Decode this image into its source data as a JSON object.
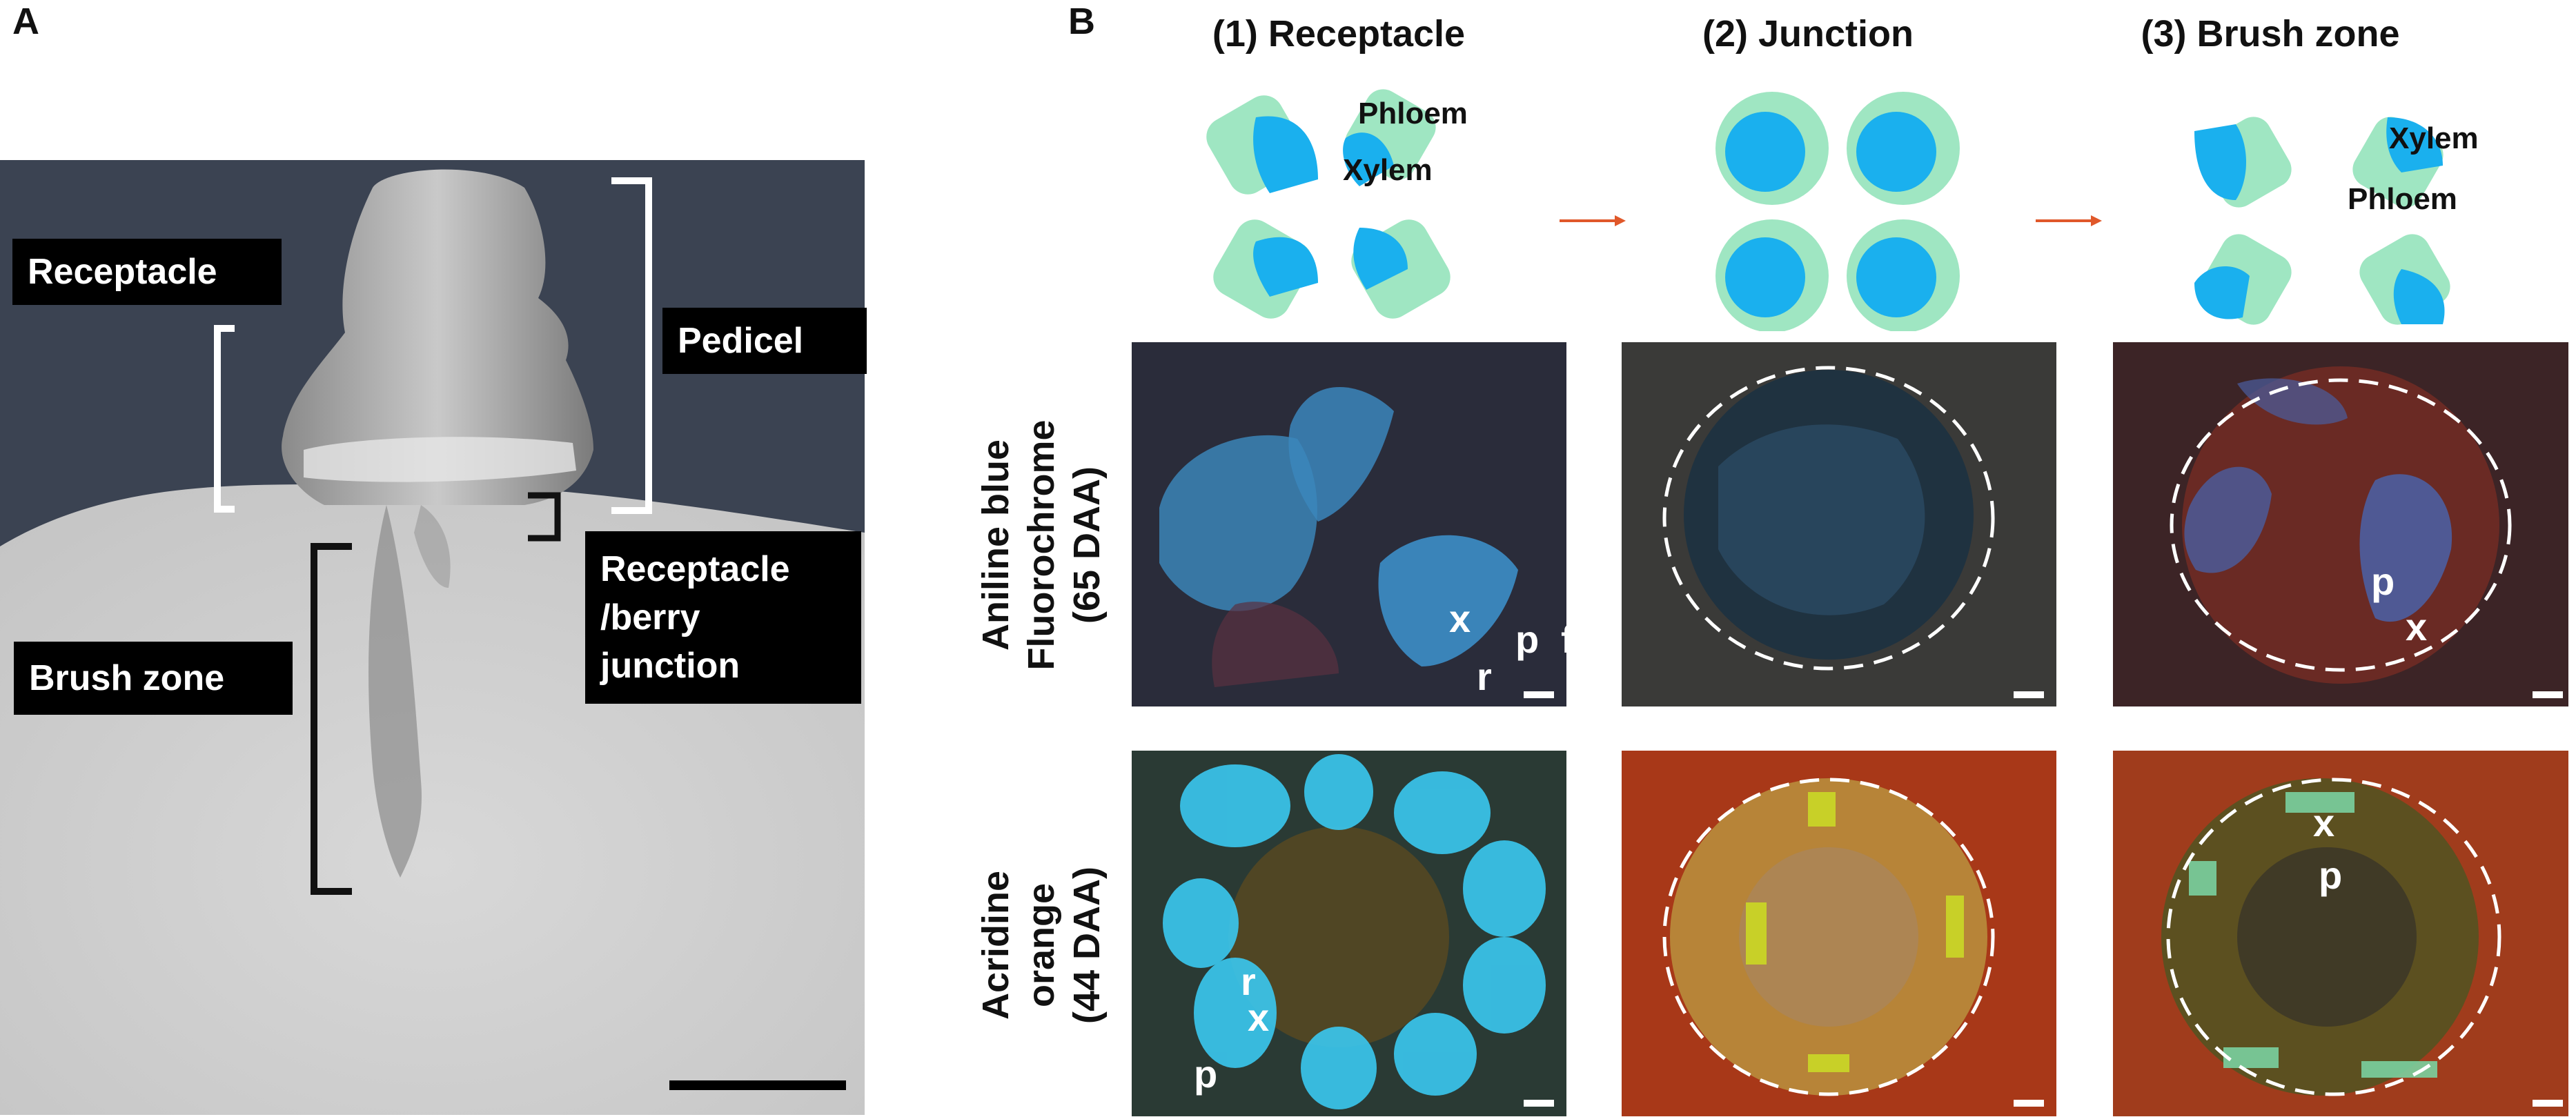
{
  "panelA": {
    "letter": "A",
    "labels": {
      "receptacle": "Receptacle",
      "pedicel": "Pedicel",
      "junction_line1": "Receptacle",
      "junction_line2": "/berry",
      "junction_line3": "junction",
      "brush_zone": "Brush zone"
    }
  },
  "panelB": {
    "letter": "B",
    "columns": [
      "(1) Receptacle",
      "(2) Junction",
      "(3) Brush zone"
    ],
    "schematic_labels": {
      "phloem_1": "Phloem",
      "xylem_1": "Xylem",
      "xylem_3": "Xylem",
      "phloem_3": "Phloem"
    },
    "rows": [
      {
        "line1": "Aniline blue",
        "line2": "Fluorochrome",
        "line3": "(65 DAA)"
      },
      {
        "line1": "Acridine",
        "line2": "orange",
        "line3": "(44 DAA)"
      }
    ],
    "micro_labels": {
      "r1c1": [
        "x",
        "p",
        "f",
        "r"
      ],
      "r1c3": [
        "p",
        "x"
      ],
      "r2c1": [
        "r",
        "x",
        "p"
      ],
      "r2c3": [
        "x",
        "p"
      ]
    },
    "colors": {
      "xylem": "#1ab0ee",
      "phloem": "#9fe6c2",
      "arrow": "#e0582a"
    }
  }
}
